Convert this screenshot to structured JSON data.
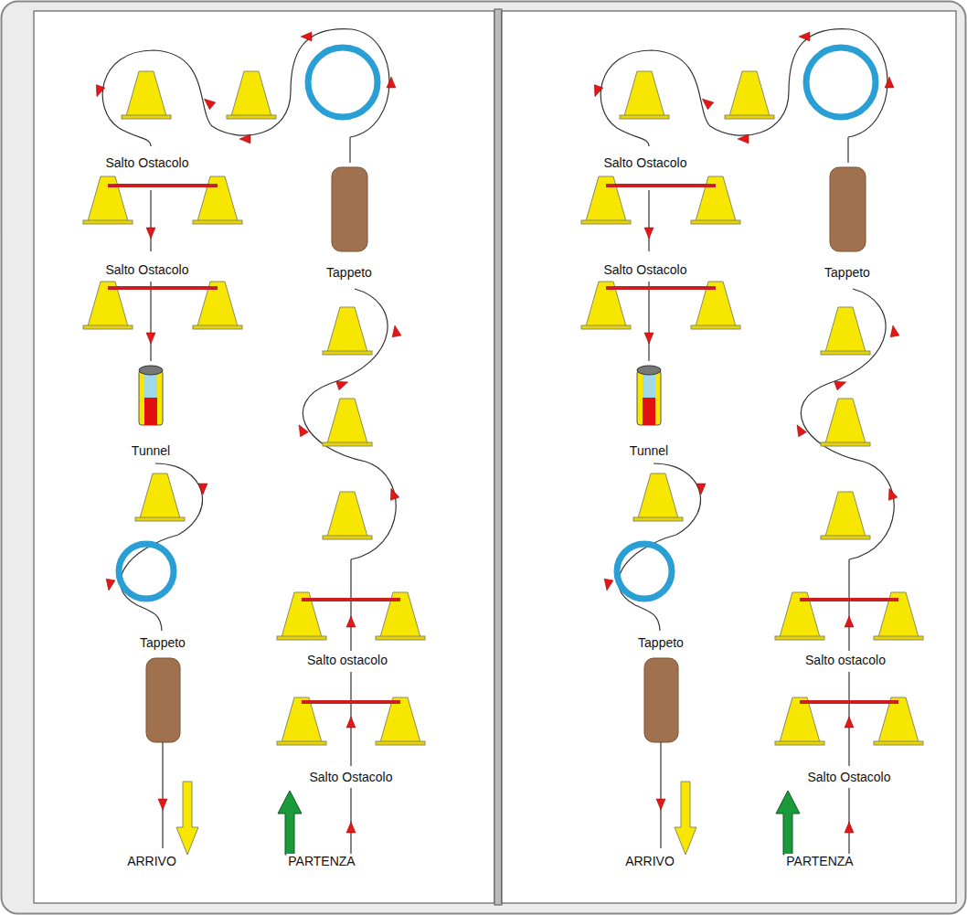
{
  "diagram": {
    "labels": [
      "Salto Ostacolo",
      "Salto Ostacolo",
      "Tunnel",
      "Tappeto",
      "ARRIVO",
      "Tappeto",
      "Salto ostacolo",
      "Salto Ostacolo",
      "PARTENZA",
      "Salto Ostacolo",
      "Salto Ostacolo",
      "Tunnel",
      "Tappeto",
      "ARRIVO",
      "Tappeto",
      "Salto ostacolo",
      "Salto Ostacolo",
      "PARTENZA"
    ]
  }
}
